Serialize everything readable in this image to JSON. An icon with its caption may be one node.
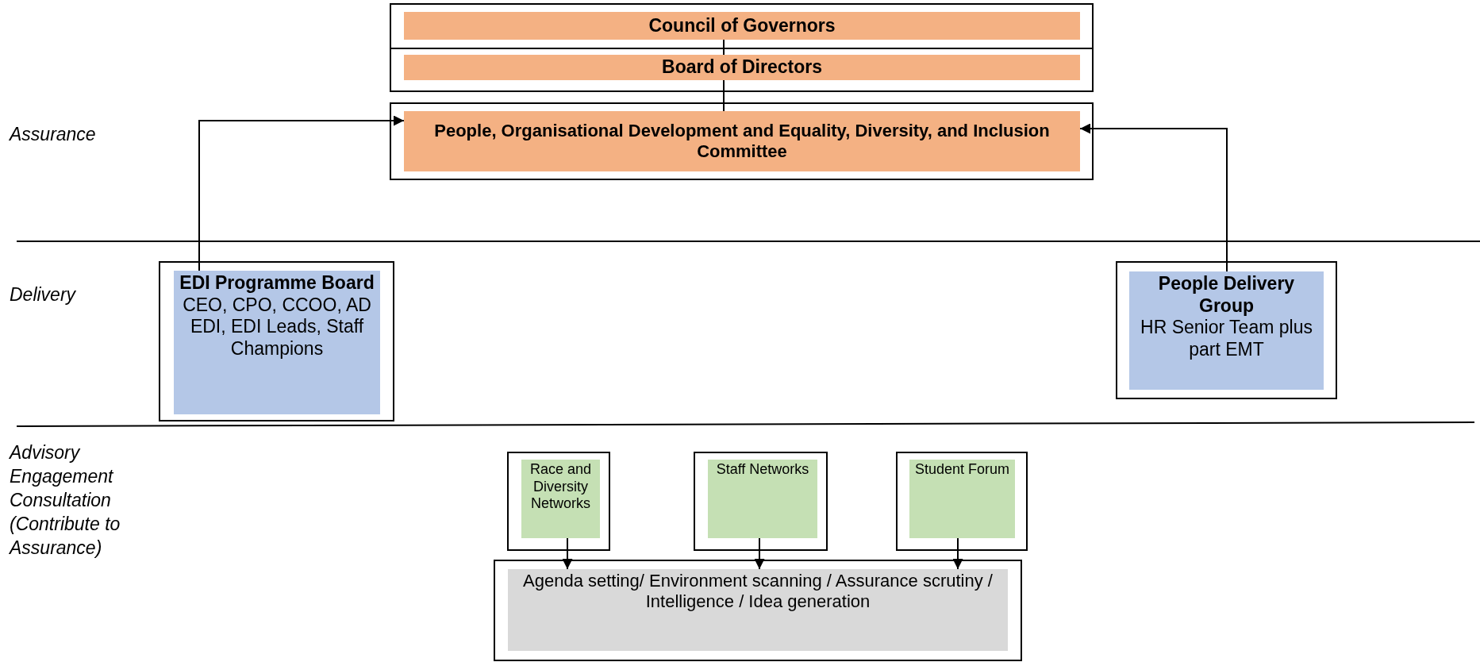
{
  "diagram": {
    "nodes": [
      {
        "text": [
          "Council of Governors"
        ]
      },
      {
        "text": [
          "Board of Directors"
        ]
      },
      {
        "text": [
          "People, Organisational Development and Equality, Diversity, and Inclusion Committee"
        ]
      },
      {
        "text": [
          "EDI Programme Board",
          "CEO, CPO, CCOO, AD EDI, EDI Leads, Staff Champions"
        ]
      },
      {
        "text": [
          "People Delivery Group",
          "HR Senior Team plus part EMT"
        ]
      },
      {
        "text": [
          "Race and Diversity Networks"
        ]
      },
      {
        "text": [
          "Staff Networks"
        ]
      },
      {
        "text": [
          "Student Forum"
        ]
      },
      {
        "text": [
          "Agenda setting/ Environment scanning / Assurance scrutiny / Intelligence / Idea generation"
        ]
      }
    ],
    "edges": [
      {
        "from": 0,
        "to": 1,
        "arrow": "none"
      },
      {
        "from": 1,
        "to": 2,
        "arrow": "none"
      },
      {
        "from": 3,
        "to": 2,
        "arrow": "to"
      },
      {
        "from": 4,
        "to": 2,
        "arrow": "to"
      },
      {
        "from": 5,
        "to": 8,
        "arrow": "to"
      },
      {
        "from": 6,
        "to": 8,
        "arrow": "to"
      },
      {
        "from": 7,
        "to": 8,
        "arrow": "to"
      }
    ],
    "labels": [
      "Assurance",
      "Delivery",
      "Advisory Engagement Consultation (Contribute to Assurance)"
    ]
  }
}
